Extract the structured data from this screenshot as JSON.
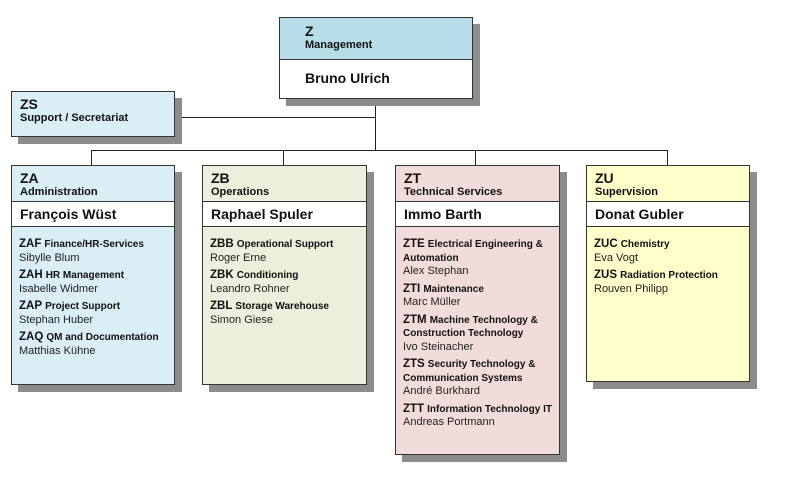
{
  "top": {
    "code": "Z",
    "dept": "Management",
    "head": "Bruno Ulrich",
    "color": "#b7dde8"
  },
  "staff": {
    "code": "ZS",
    "dept": "Support / Secretariat",
    "color": "#daeef6"
  },
  "divisions": [
    {
      "code": "ZA",
      "dept": "Administration",
      "head": "François Wüst",
      "color": "#daeef6",
      "units": [
        {
          "code": "ZAF",
          "name": "Finance/HR-Services",
          "person": "Sibylle Blum"
        },
        {
          "code": "ZAH",
          "name": "HR Management",
          "person": "Isabelle Widmer"
        },
        {
          "code": "ZAP",
          "name": "Project Support",
          "person": "Stephan Huber"
        },
        {
          "code": "ZAQ",
          "name": "QM and Documentation",
          "person": "Matthias Kühne"
        }
      ]
    },
    {
      "code": "ZB",
      "dept": "Operations",
      "head": "Raphael Spuler",
      "color": "#eeeedd",
      "units": [
        {
          "code": "ZBB",
          "name": "Operational  Support",
          "person": "Roger Erne"
        },
        {
          "code": "ZBK",
          "name": "Conditioning",
          "person": "Leandro Rohner"
        },
        {
          "code": "ZBL",
          "name": "Storage Warehouse",
          "person": "Simon Giese"
        }
      ]
    },
    {
      "code": "ZT",
      "dept": "Technical Services",
      "head": "Immo Barth",
      "color": "#f2dcdb",
      "units": [
        {
          "code": "ZTE",
          "name": "Electrical Engineering & Automation",
          "person": "Alex Stephan"
        },
        {
          "code": "ZTI",
          "name": "Maintenance",
          "person": "Marc Müller"
        },
        {
          "code": "ZTM",
          "name": "Machine Technology & Construction Technology",
          "person": "Ivo Steinacher"
        },
        {
          "code": "ZTS",
          "name": "Security Technology & Communication Systems",
          "person": "André Burkhard"
        },
        {
          "code": "ZTT",
          "name": "Information Technology IT",
          "person": "Andreas Portmann"
        }
      ]
    },
    {
      "code": "ZU",
      "dept": "Supervision",
      "head": "Donat Gubler",
      "color": "#fefecb",
      "units": [
        {
          "code": "ZUC",
          "name": "Chemistry",
          "person": "Eva Vogt"
        },
        {
          "code": "ZUS",
          "name": "Radiation Protection",
          "person": "Rouven Philipp"
        }
      ]
    }
  ]
}
